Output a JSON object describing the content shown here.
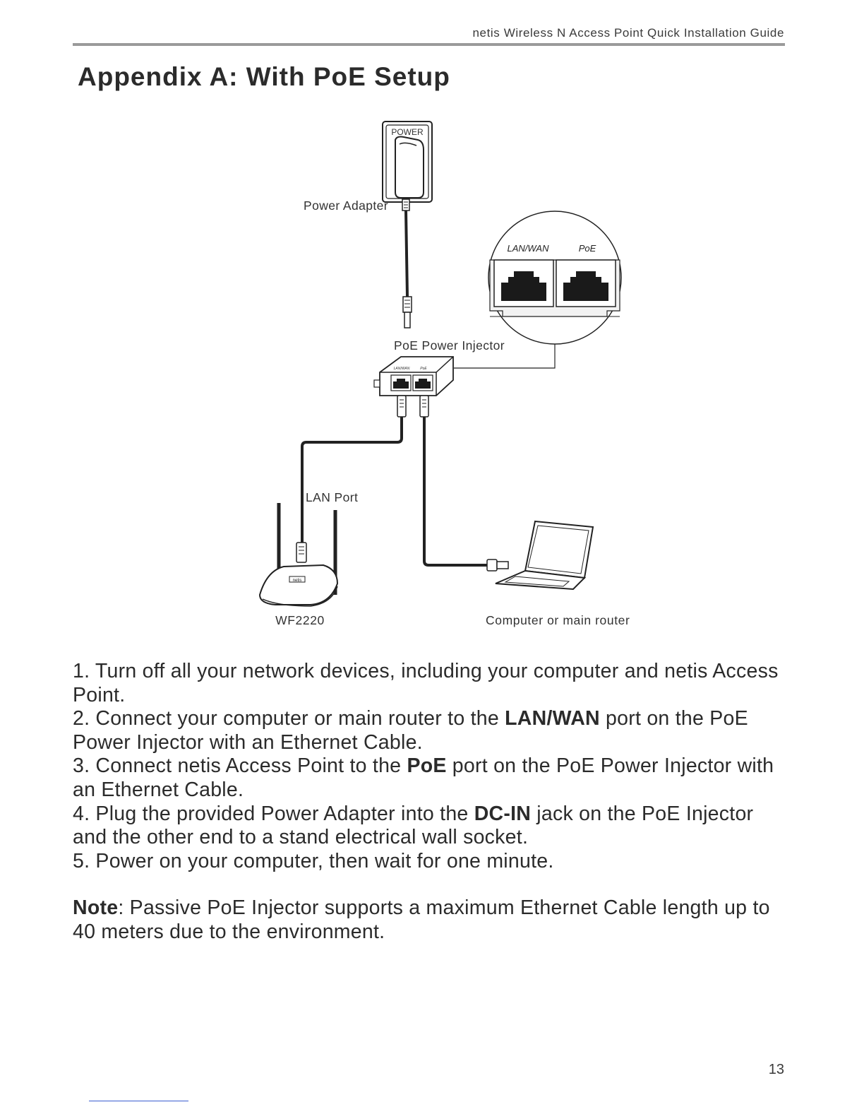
{
  "header": {
    "guide_title": "netis Wireless N Access Point Quick Installation Guide"
  },
  "page_title": "Appendix A: With PoE Setup",
  "diagram": {
    "wall_socket_label": "POWER",
    "power_adapter_label": "Power Adapter",
    "zoom_port_left_label": "LAN/WAN",
    "zoom_port_right_label": "PoE",
    "injector_label": "PoE Power Injector",
    "injector_port_left_label": "LAN/WAN",
    "injector_port_right_label": "PoE",
    "lan_port_label": "LAN Port",
    "access_point_logo": "netis",
    "access_point_label": "WF2220",
    "computer_label": "Computer or main router"
  },
  "steps": [
    {
      "pre": "1. Turn off all your network devices, including your computer and netis Access Point.",
      "bold": "",
      "post": ""
    },
    {
      "pre": "2. Connect your computer or main router to the ",
      "bold": "LAN/WAN",
      "post": " port on the PoE Power Injector with an Ethernet Cable."
    },
    {
      "pre": "3. Connect netis Access Point to the ",
      "bold": "PoE",
      "post": " port on the PoE Power Injector with an Ethernet Cable."
    },
    {
      "pre": "4. Plug the provided Power Adapter into the ",
      "bold": "DC-IN",
      "post": " jack on the PoE Injector and the other end to a stand electrical wall socket."
    },
    {
      "pre": "5. Power on your computer, then wait for one minute.",
      "bold": "",
      "post": ""
    }
  ],
  "note": {
    "label": "Note",
    "text": ": Passive PoE Injector supports a maximum Ethernet Cable length up to 40 meters due to the environment."
  },
  "page_number": "13"
}
